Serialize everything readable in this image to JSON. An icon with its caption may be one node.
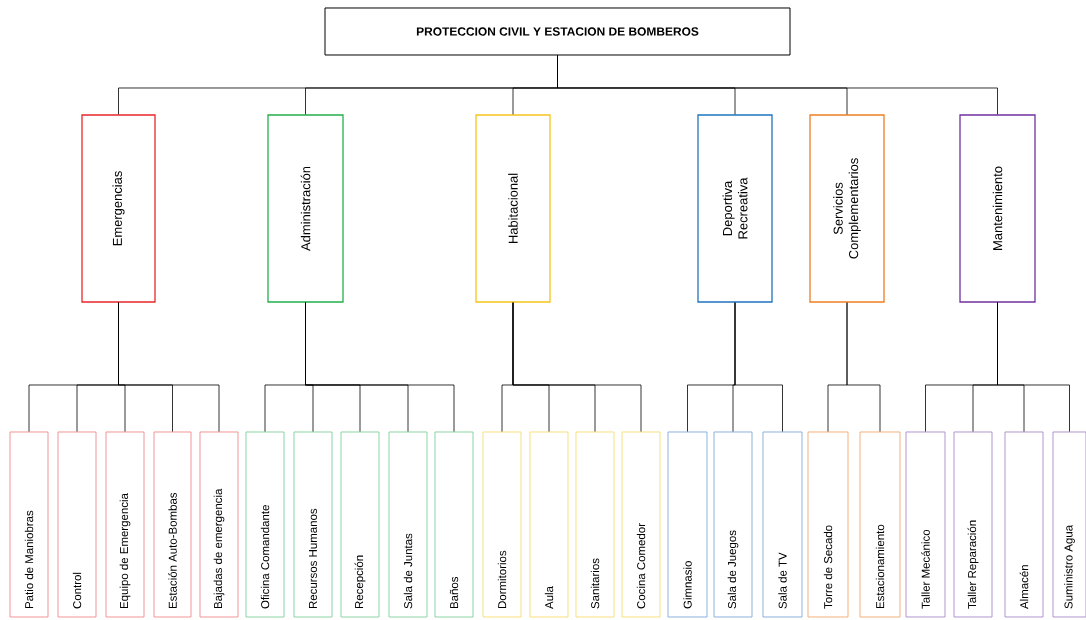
{
  "diagram": {
    "nodes": [
      {
        "text": [
          "PROTECCION CIVIL Y ESTACION DE BOMBEROS"
        ]
      },
      {
        "text": [
          "Emergencias"
        ]
      },
      {
        "text": [
          "Administración"
        ]
      },
      {
        "text": [
          "Habitacional"
        ]
      },
      {
        "text": [
          "Deportiva Recreativa"
        ]
      },
      {
        "text": [
          "Servicios Complementarios"
        ]
      },
      {
        "text": [
          "Mantenimiento"
        ]
      },
      {
        "text": [
          "Patio de Maniobras"
        ]
      },
      {
        "text": [
          "Control"
        ]
      },
      {
        "text": [
          "Equipo de Emergencia"
        ]
      },
      {
        "text": [
          "Estación Auto-Bombas"
        ]
      },
      {
        "text": [
          "Bajadas de emergencia"
        ]
      },
      {
        "text": [
          "Oficina Comandante"
        ]
      },
      {
        "text": [
          "Recursos Humanos"
        ]
      },
      {
        "text": [
          "Recepción"
        ]
      },
      {
        "text": [
          "Sala de Juntas"
        ]
      },
      {
        "text": [
          "Baños"
        ]
      },
      {
        "text": [
          "Dormitorios"
        ]
      },
      {
        "text": [
          "Aula"
        ]
      },
      {
        "text": [
          "Sanitarios"
        ]
      },
      {
        "text": [
          "Cocina Comedor"
        ]
      },
      {
        "text": [
          "Gimnasio"
        ]
      },
      {
        "text": [
          "Sala de Juegos"
        ]
      },
      {
        "text": [
          "Sala de TV"
        ]
      },
      {
        "text": [
          "Torre de Secado"
        ]
      },
      {
        "text": [
          "Estacionamiento"
        ]
      },
      {
        "text": [
          "Taller Mecánico"
        ]
      },
      {
        "text": [
          "Taller Reparación"
        ]
      },
      {
        "text": [
          "Almacén"
        ]
      },
      {
        "text": [
          "Suministro Agua"
        ]
      }
    ],
    "edges": [
      {
        "from": 0,
        "to": 1,
        "arrow": "none"
      },
      {
        "from": 0,
        "to": 2,
        "arrow": "none"
      },
      {
        "from": 0,
        "to": 3,
        "arrow": "none"
      },
      {
        "from": 0,
        "to": 4,
        "arrow": "none"
      },
      {
        "from": 0,
        "to": 5,
        "arrow": "none"
      },
      {
        "from": 0,
        "to": 6,
        "arrow": "none"
      },
      {
        "from": 1,
        "to": 7,
        "arrow": "none"
      },
      {
        "from": 1,
        "to": 8,
        "arrow": "none"
      },
      {
        "from": 1,
        "to": 9,
        "arrow": "none"
      },
      {
        "from": 1,
        "to": 10,
        "arrow": "none"
      },
      {
        "from": 1,
        "to": 11,
        "arrow": "none"
      },
      {
        "from": 2,
        "to": 12,
        "arrow": "none"
      },
      {
        "from": 2,
        "to": 13,
        "arrow": "none"
      },
      {
        "from": 2,
        "to": 14,
        "arrow": "none"
      },
      {
        "from": 2,
        "to": 15,
        "arrow": "none"
      },
      {
        "from": 2,
        "to": 16,
        "arrow": "none"
      },
      {
        "from": 3,
        "to": 17,
        "arrow": "none"
      },
      {
        "from": 3,
        "to": 18,
        "arrow": "none"
      },
      {
        "from": 3,
        "to": 19,
        "arrow": "none"
      },
      {
        "from": 3,
        "to": 20,
        "arrow": "none"
      },
      {
        "from": 4,
        "to": 21,
        "arrow": "none"
      },
      {
        "from": 4,
        "to": 22,
        "arrow": "none"
      },
      {
        "from": 4,
        "to": 23,
        "arrow": "none"
      },
      {
        "from": 5,
        "to": 24,
        "arrow": "none"
      },
      {
        "from": 5,
        "to": 25,
        "arrow": "none"
      },
      {
        "from": 6,
        "to": 26,
        "arrow": "none"
      },
      {
        "from": 6,
        "to": 27,
        "arrow": "none"
      },
      {
        "from": 6,
        "to": 28,
        "arrow": "none"
      },
      {
        "from": 6,
        "to": 29,
        "arrow": "none"
      }
    ]
  }
}
